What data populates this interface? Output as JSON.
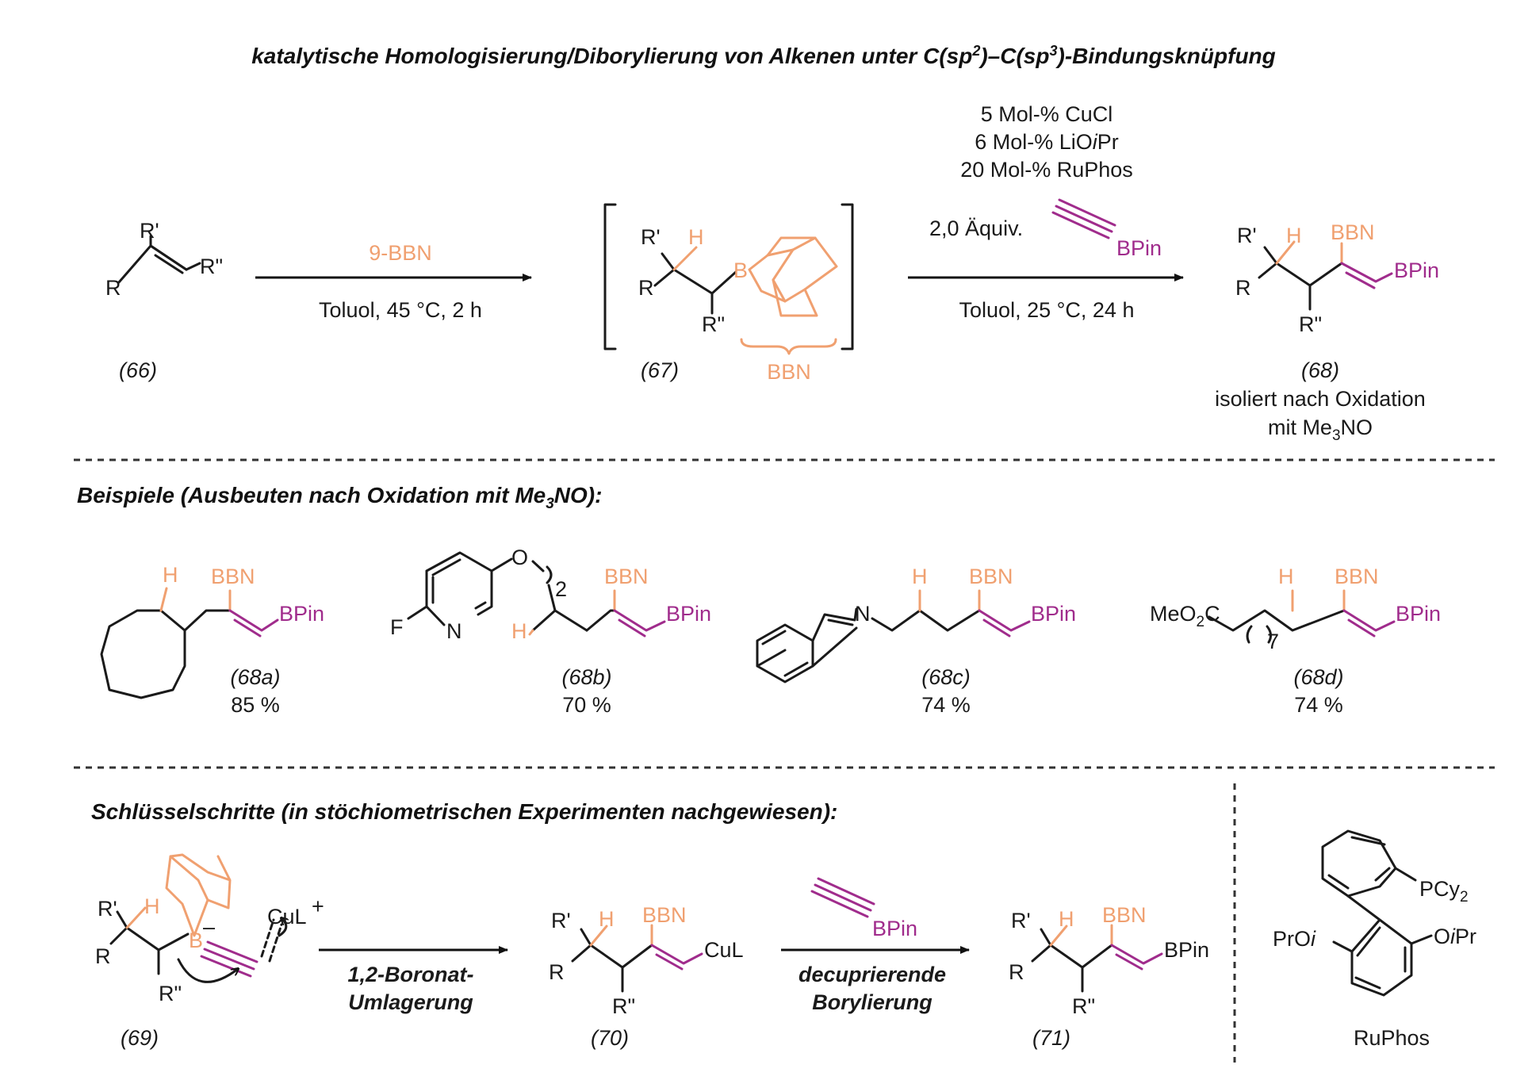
{
  "title": "katalytische Homologisierung/Diborylierung von Alkenen unter C(sp²)–C(sp³)-Bindungsknüpfung",
  "title_parts": [
    "katalytische Homologisierung/Diborylierung von Alkenen unter C(sp",
    "2",
    ")–C(sp",
    "3",
    ")-Bindungsknüpfung"
  ],
  "colors": {
    "reagent_orange": "#f0a070",
    "alkyne_purple": "#a02c8c",
    "ink": "#1a1a1a"
  },
  "step1": {
    "reagent": "9-BBN",
    "conditions": "Toluol, 45 °C, 2 h"
  },
  "step2": {
    "cat1": "5 Mol-% CuCl",
    "cat2_prefix": "6 Mol-% LiO",
    "cat2_italic": "i",
    "cat2_suffix": "Pr",
    "cat3": "20 Mol-% RuPhos",
    "equiv": "2,0 Äquiv.",
    "alkyne_label": "BPin",
    "conditions": "Toluol, 25 °C, 24 h"
  },
  "compounds": {
    "c66": "(66)",
    "c67": "(67)",
    "c68": "(68)",
    "c68_note1": "isoliert nach Oxidation",
    "c68_note2_prefix": "mit Me",
    "c68_note2_sub": "3",
    "c68_note2_suffix": "NO",
    "bbn_brace": "BBN"
  },
  "atoms": {
    "R": "R",
    "R1": "R'",
    "R2": "R\"",
    "H": "H",
    "B": "B",
    "BBN": "BBN",
    "BPin": "BPin",
    "CuL": "CuL",
    "CuLplus": "CuL",
    "plus": "+",
    "minus": "–",
    "O": "O",
    "F": "F",
    "N": "N",
    "MeO2C_prefix": "MeO",
    "MeO2C_sub": "2",
    "MeO2C_suffix": "C",
    "sub2": "2",
    "sub7": "7",
    "PCy2_prefix": "PCy",
    "PCy2_sub": "2",
    "PrOi_prefix": "PrO",
    "PrOi_italic": "i",
    "OiPr_prefix": "O",
    "OiPr_italic": "i",
    "OiPr_suffix": "Pr"
  },
  "examples": {
    "heading_prefix": "Beispiele (Ausbeuten nach Oxidation mit Me",
    "heading_sub": "3",
    "heading_suffix": "NO):",
    "items": [
      {
        "label": "(68a)",
        "yield": "85 %"
      },
      {
        "label": "(68b)",
        "yield": "70 %"
      },
      {
        "label": "(68c)",
        "yield": "74 %"
      },
      {
        "label": "(68d)",
        "yield": "74 %"
      }
    ]
  },
  "mechanism": {
    "heading": "Schlüsselschritte (in stöchiometrischen Experimenten nachgewiesen):",
    "c69": "(69)",
    "c70": "(70)",
    "c71": "(71)",
    "arrow1_line1": "1,2-Boronat-",
    "arrow1_line2": "Umlagerung",
    "arrow2_line1": "decuprierende",
    "arrow2_line2": "Borylierung",
    "arrow2_reagent": "BPin",
    "ruphos_label": "RuPhos"
  }
}
